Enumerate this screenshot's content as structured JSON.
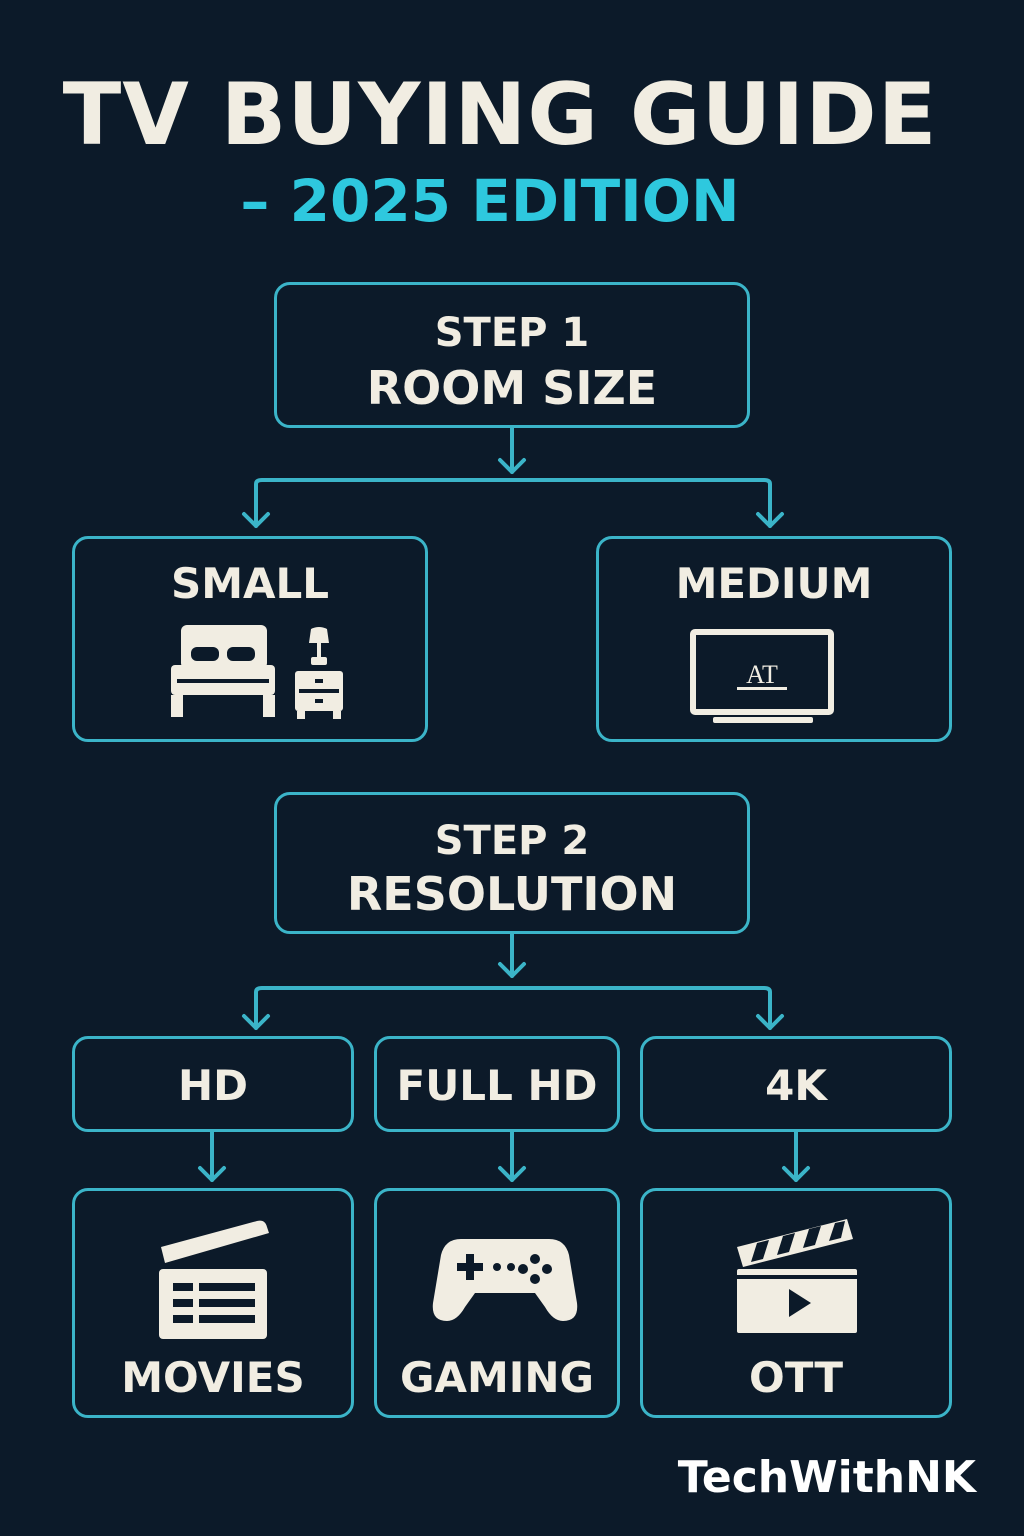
{
  "header": {
    "title": "TV BUYING GUIDE",
    "subtitle": "– 2025 EDITION"
  },
  "step1": {
    "label": "STEP 1",
    "title": "ROOM SIZE",
    "options": [
      {
        "label": "SMALL",
        "icons": [
          "bed-icon",
          "nightstand-lamp-icon"
        ]
      },
      {
        "label": "MEDIUM",
        "icons": [
          "tv-icon"
        ],
        "tv_screen_text": "AT"
      }
    ]
  },
  "step2": {
    "label": "STEP 2",
    "title": "RESOLUTION",
    "options": [
      {
        "label": "HD",
        "use": "MOVIES",
        "icon": "clapperboard-list-icon"
      },
      {
        "label": "FULL HD",
        "use": "GAMING",
        "icon": "gamepad-icon"
      },
      {
        "label": "4K",
        "use": "OTT",
        "icon": "clapperboard-play-icon"
      }
    ]
  },
  "footer": {
    "brand": "TechWithNK"
  },
  "colors": {
    "background": "#0c1a29",
    "accent": "#2ec8de",
    "border": "#3bb4c8",
    "text": "#f1ede2"
  }
}
